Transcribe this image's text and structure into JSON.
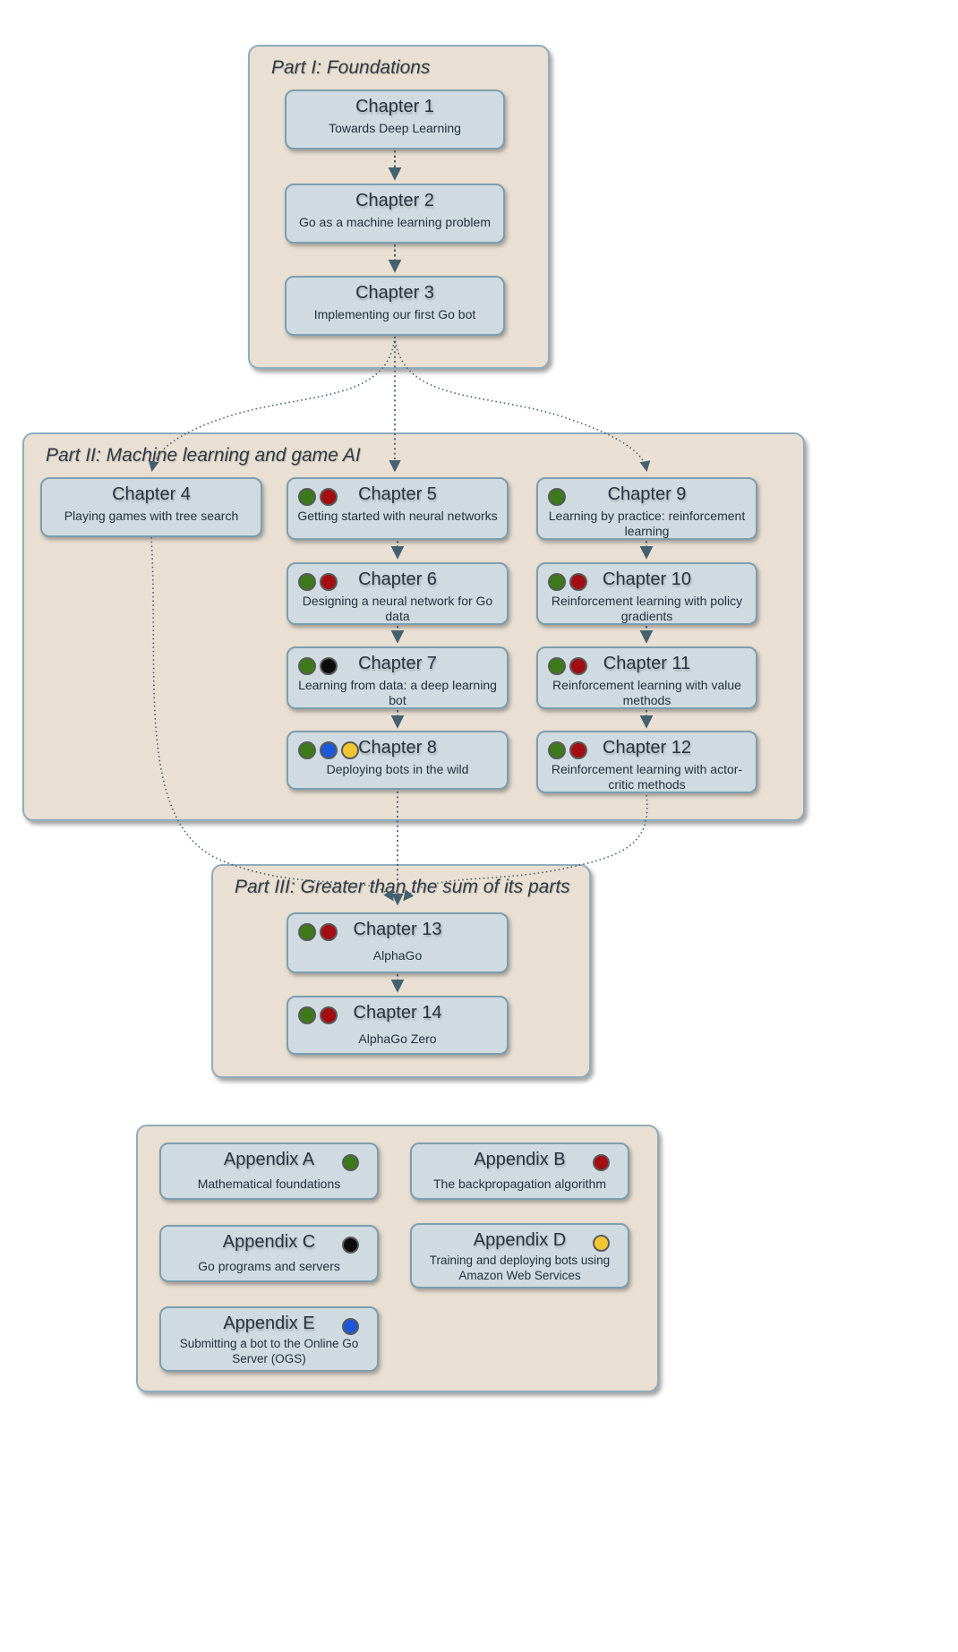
{
  "palette": {
    "green": "#3c7a1a",
    "red": "#a40d12",
    "black": "#0c0c0c",
    "blue": "#1d58d8",
    "yellow": "#f2c633",
    "part_fill": "#e9dfd2",
    "part_border": "#8fadbd",
    "chapter_fill": "#cfdbe1",
    "chapter_border": "#7d9eae",
    "arrow": "#45616f",
    "text": "#27333e"
  },
  "parts": [
    {
      "title": "Part I: Foundations",
      "chapters": [
        {
          "title": "Chapter 1",
          "subtitle": "Towards Deep Learning",
          "dots": []
        },
        {
          "title": "Chapter 2",
          "subtitle": "Go as a machine learning problem",
          "dots": []
        },
        {
          "title": "Chapter 3",
          "subtitle": "Implementing our first Go bot",
          "dots": []
        }
      ]
    },
    {
      "title": "Part II: Machine learning and game AI",
      "chapters": [
        {
          "title": "Chapter 4",
          "subtitle": "Playing games with tree search",
          "dots": []
        },
        {
          "title": "Chapter 5",
          "subtitle": "Getting started with neural networks",
          "dots": [
            "green",
            "red"
          ]
        },
        {
          "title": "Chapter 6",
          "subtitle": "Designing a neural network for Go data",
          "dots": [
            "green",
            "red"
          ]
        },
        {
          "title": "Chapter 7",
          "subtitle": "Learning from data: a deep learning bot",
          "dots": [
            "green",
            "black"
          ]
        },
        {
          "title": "Chapter 8",
          "subtitle": "Deploying bots in the wild",
          "dots": [
            "green",
            "blue",
            "yellow"
          ]
        },
        {
          "title": "Chapter 9",
          "subtitle": "Learning by practice: reinforcement learning",
          "dots": [
            "green"
          ]
        },
        {
          "title": "Chapter 10",
          "subtitle": "Reinforcement learning with policy gradients",
          "dots": [
            "green",
            "red"
          ]
        },
        {
          "title": "Chapter 11",
          "subtitle": "Reinforcement learning with value methods",
          "dots": [
            "green",
            "red"
          ]
        },
        {
          "title": "Chapter 12",
          "subtitle": "Reinforcement learning with actor-critic methods",
          "dots": [
            "green",
            "red"
          ]
        }
      ]
    },
    {
      "title": "Part III: Greater than the sum of its parts",
      "chapters": [
        {
          "title": "Chapter 13",
          "subtitle": "AlphaGo",
          "dots": [
            "green",
            "red"
          ]
        },
        {
          "title": "Chapter 14",
          "subtitle": "AlphaGo Zero",
          "dots": [
            "green",
            "red"
          ]
        }
      ]
    }
  ],
  "appendices": [
    {
      "title": "Appendix A",
      "subtitle": "Mathematical foundations",
      "dot": "green"
    },
    {
      "title": "Appendix B",
      "subtitle": "The backpropagation algorithm",
      "dot": "red"
    },
    {
      "title": "Appendix C",
      "subtitle": "Go programs and servers",
      "dot": "black"
    },
    {
      "title": "Appendix D",
      "subtitle": "Training and deploying bots using Amazon Web Services",
      "dot": "yellow"
    },
    {
      "title": "Appendix E",
      "subtitle": "Submitting a bot to the Online Go Server (OGS)",
      "dot": "blue"
    }
  ],
  "connections": [
    {
      "from": "Chapter 1",
      "to": "Chapter 2"
    },
    {
      "from": "Chapter 2",
      "to": "Chapter 3"
    },
    {
      "from": "Chapter 3",
      "to": "Chapter 4"
    },
    {
      "from": "Chapter 3",
      "to": "Chapter 5"
    },
    {
      "from": "Chapter 3",
      "to": "Chapter 9"
    },
    {
      "from": "Chapter 5",
      "to": "Chapter 6"
    },
    {
      "from": "Chapter 6",
      "to": "Chapter 7"
    },
    {
      "from": "Chapter 7",
      "to": "Chapter 8"
    },
    {
      "from": "Chapter 9",
      "to": "Chapter 10"
    },
    {
      "from": "Chapter 10",
      "to": "Chapter 11"
    },
    {
      "from": "Chapter 11",
      "to": "Chapter 12"
    },
    {
      "from": "Chapter 4",
      "to": "Chapter 13"
    },
    {
      "from": "Chapter 8",
      "to": "Chapter 13"
    },
    {
      "from": "Chapter 12",
      "to": "Chapter 13"
    },
    {
      "from": "Chapter 13",
      "to": "Chapter 14"
    }
  ]
}
